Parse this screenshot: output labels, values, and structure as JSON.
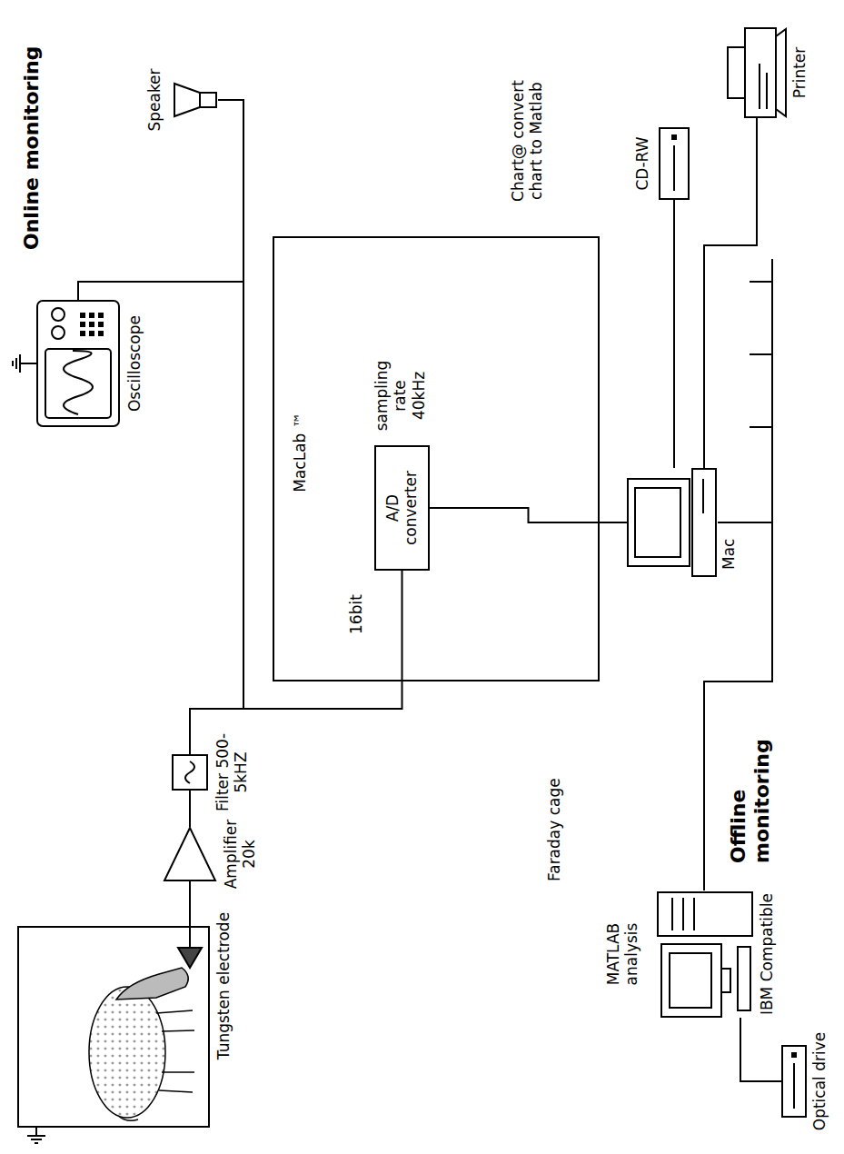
{
  "diagram": {
    "nodes": [
      {
        "text": [
          "Tungsten electrode"
        ]
      },
      {
        "text": [
          "Amplifier 20k"
        ]
      },
      {
        "text": [
          "Filter 500-5kHZ"
        ]
      },
      {
        "text": [
          "Oscilloscope"
        ]
      },
      {
        "text": [
          "Speaker"
        ]
      },
      {
        "text": [
          "MacLab ™",
          "16bit"
        ]
      },
      {
        "text": [
          "A/D converter",
          "sampling rate 40kHz"
        ],
        "in": 5
      },
      {
        "text": [
          "Mac"
        ]
      },
      {
        "text": [
          "CD-RW"
        ]
      },
      {
        "text": [
          "Printer"
        ]
      },
      {
        "text": [
          "IBM Compatible"
        ]
      },
      {
        "text": [
          "Optical drive"
        ]
      }
    ],
    "edges": [
      {
        "from": 0,
        "to": 1,
        "arrow": "none"
      },
      {
        "from": 1,
        "to": 2,
        "arrow": "none"
      },
      {
        "from": 2,
        "to": 6,
        "arrow": "none"
      },
      {
        "from": 2,
        "to": 3,
        "arrow": "none"
      },
      {
        "from": 2,
        "to": 4,
        "arrow": "none"
      },
      {
        "from": 6,
        "to": 7,
        "arrow": "none"
      },
      {
        "from": 7,
        "to": 8,
        "arrow": "none"
      },
      {
        "from": 7,
        "to": 9,
        "arrow": "none"
      },
      {
        "from": 7,
        "to": 10,
        "arrow": "none"
      },
      {
        "from": 10,
        "to": 11,
        "arrow": "none"
      }
    ],
    "labels": [
      "Online monitoring",
      "Faraday cage",
      "Chart@ convert chart to Matlab",
      "MATLAB analysis",
      "Offline monitoring"
    ]
  }
}
